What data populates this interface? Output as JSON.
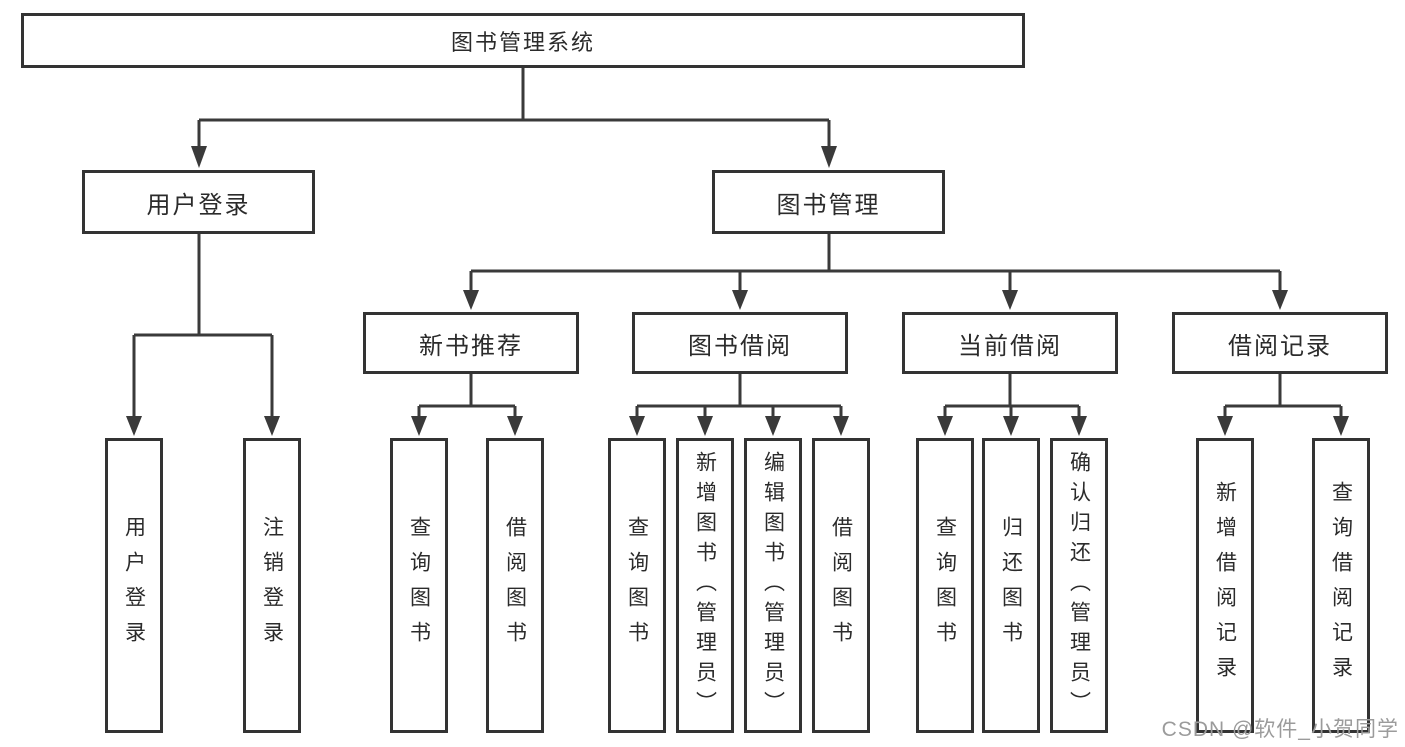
{
  "diagram": {
    "root": "图书管理系统",
    "level2": {
      "user_login": "用户登录",
      "book_management": "图书管理"
    },
    "level3": {
      "new_book_recommend": "新书推荐",
      "book_borrow": "图书借阅",
      "current_borrow": "当前借阅",
      "borrow_records": "借阅记录"
    },
    "leaves": {
      "user_login": "用户登录",
      "logout": "注销登录",
      "nb_query_book": "查询图书",
      "nb_borrow_book": "借阅图书",
      "bb_query_book": "查询图书",
      "bb_add_book": "新增图书（管理员）",
      "bb_edit_book": "编辑图书（管理员）",
      "bb_borrow_book": "借阅图书",
      "cb_query_book": "查询图书",
      "cb_return_book": "归还图书",
      "cb_confirm_return": "确认归还（管理员）",
      "br_add_record": "新增借阅记录",
      "br_query_record": "查询借阅记录"
    },
    "watermark": "CSDN @软件_小贺同学",
    "colors": {
      "line": "#3a3a3a",
      "border": "#333333",
      "text": "#2b2b2b",
      "watermark": "#9b9b9b"
    }
  }
}
